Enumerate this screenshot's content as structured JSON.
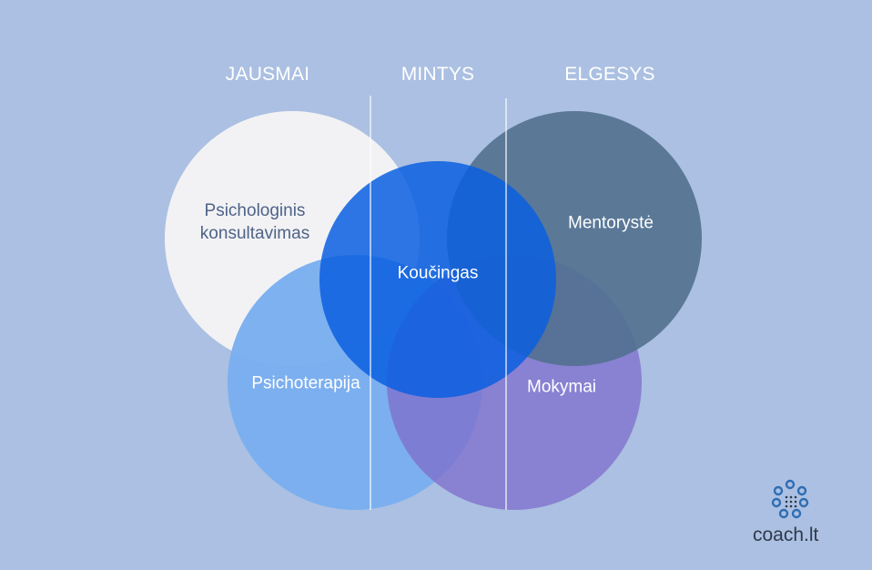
{
  "headers": {
    "left": "JAUSMAI",
    "middle": "MINTYS",
    "right": "ELGESYS"
  },
  "circles": {
    "psichologinis": {
      "line1": "Psichologinis",
      "line2": "konsultavimas",
      "color": "#f2f2f4"
    },
    "psichoterapija": {
      "label": "Psichoterapija",
      "color": "#7aaef0"
    },
    "mokymai": {
      "label": "Mokymai",
      "color": "#8e80d2"
    },
    "mentoryste": {
      "label": "Mentorystė",
      "color": "#5b7899"
    },
    "koucingas": {
      "label": "Koučingas",
      "color": "#1a6ae0"
    }
  },
  "logo": {
    "text": "coach.lt",
    "color": "#2f6db3"
  },
  "colors": {
    "background": "#abc0e2",
    "divider": "#ffffff"
  }
}
